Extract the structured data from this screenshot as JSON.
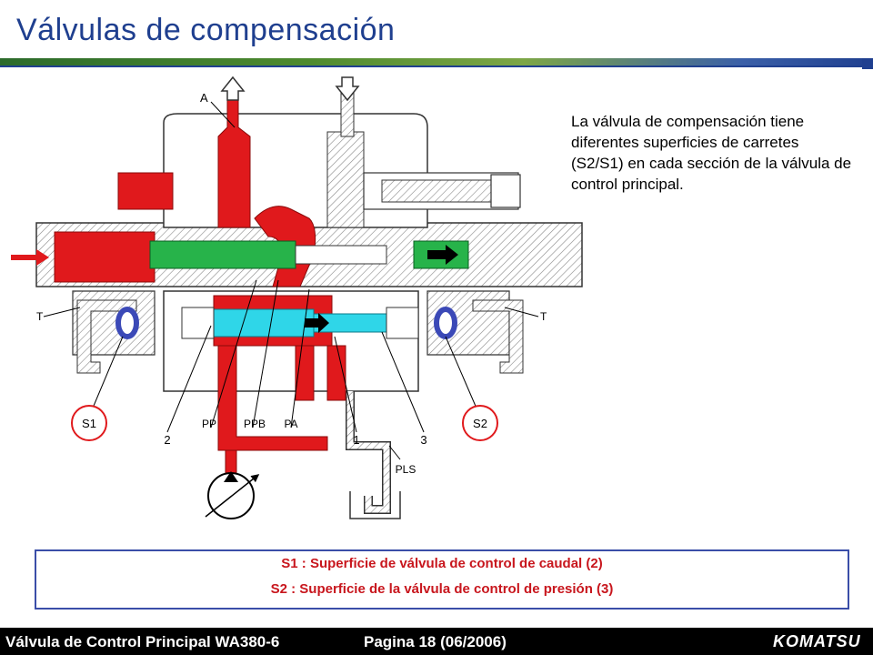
{
  "header": {
    "title": "Válvulas de compensación"
  },
  "description": "La válvula de compensación tiene diferentes superficies de carretes (S2/S1) en cada sección de la válvula de control principal.",
  "diagram": {
    "labels": {
      "A": "A",
      "T_left": "T",
      "T_right": "T",
      "S1": "S1",
      "S2": "S2",
      "n2": "2",
      "PP": "PP",
      "PPB": "PPB",
      "PA": "PA",
      "n1": "1",
      "n3": "3",
      "PLS": "PLS"
    },
    "colors": {
      "red": "#e0191c",
      "green": "#27b34a",
      "cyan": "#2fd6e8",
      "blue": "#3b49b7"
    }
  },
  "legend": {
    "line1": "S1 : Superficie de válvula de control de caudal (2)",
    "line2": "S2 : Superficie de la válvula de control de presión (3)"
  },
  "footer": {
    "doc": "Válvula de Control Principal WA380-6",
    "page": "Pagina 18 (06/2006)",
    "logo": "KOMATSU"
  }
}
